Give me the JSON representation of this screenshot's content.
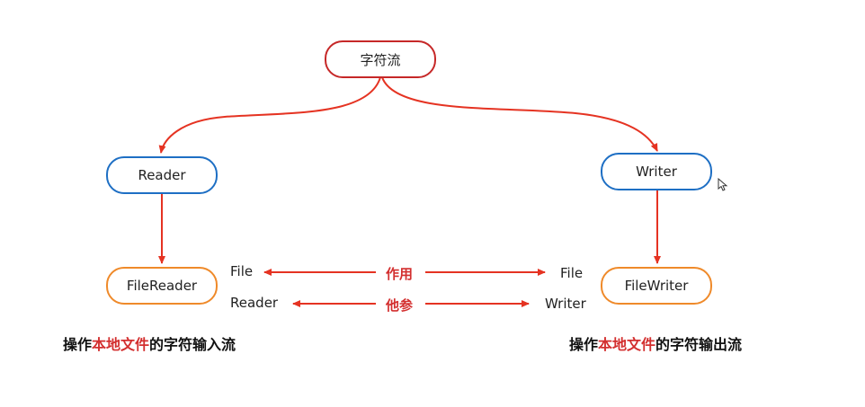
{
  "nodes": {
    "root": "字符流",
    "reader": "Reader",
    "writer": "Writer",
    "filereader": "FileReader",
    "filewriter": "FileWriter"
  },
  "labels": {
    "left_file": "File",
    "left_reader": "Reader",
    "right_file": "File",
    "right_writer": "Writer",
    "mid_top": "作用",
    "mid_bottom": "他参"
  },
  "captions": {
    "left_prefix": "操作",
    "left_highlight": "本地文件",
    "left_suffix": "的字符输入流",
    "right_prefix": "操作",
    "right_highlight": "本地文件",
    "right_suffix": "的字符输出流"
  },
  "colors": {
    "arrow": "#e53322",
    "root_border": "#c62828",
    "abstract_border": "#1e6fc4",
    "impl_border": "#ef8a2a",
    "highlight_text": "#d32f2f"
  },
  "icons": {
    "cursor": "mouse-pointer-icon"
  }
}
